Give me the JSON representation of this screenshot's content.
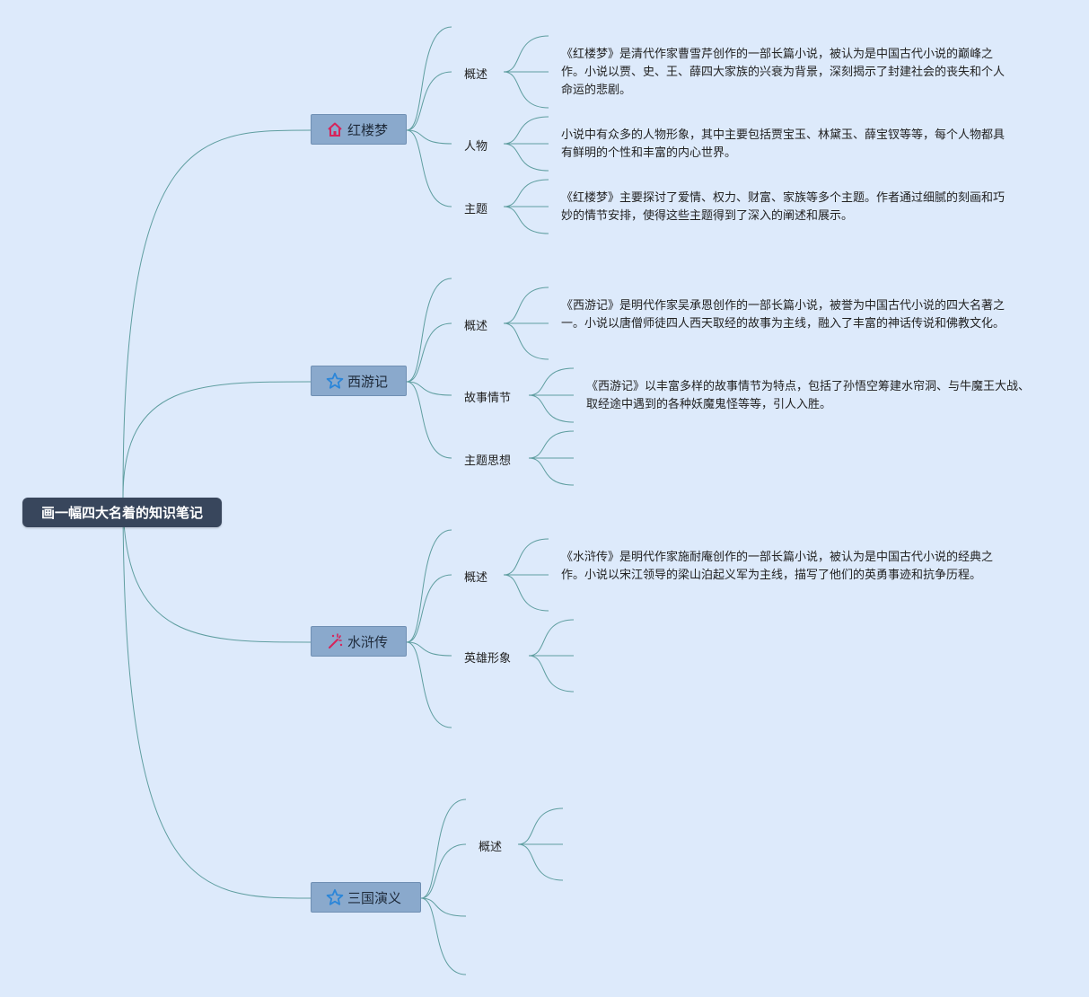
{
  "root": {
    "label": "画一幅四大名着的知识笔记"
  },
  "colors": {
    "edge": "#5f9ea0",
    "background": "#ddeafb",
    "root_fill": "#38465c",
    "branch_fill": "#8aa9cc"
  },
  "branches": [
    {
      "label": "红楼梦",
      "icon": "house-icon",
      "children": [
        {
          "label": "概述",
          "note": "《红楼梦》是清代作家曹雪芹创作的一部长篇小说，被认为是中国古代小说的巅峰之作。小说以贾、史、王、薛四大家族的兴衰为背景，深刻揭示了封建社会的丧失和个人命运的悲剧。"
        },
        {
          "label": "人物",
          "note": "小说中有众多的人物形象，其中主要包括贾宝玉、林黛玉、薛宝钗等等，每个人物都具有鲜明的个性和丰富的内心世界。"
        },
        {
          "label": "主题",
          "note": "《红楼梦》主要探讨了爱情、权力、财富、家族等多个主题。作者通过细腻的刻画和巧妙的情节安排，使得这些主题得到了深入的阐述和展示。"
        }
      ]
    },
    {
      "label": "西游记",
      "icon": "star-icon",
      "children": [
        {
          "label": "概述",
          "note": "《西游记》是明代作家吴承恩创作的一部长篇小说，被誉为中国古代小说的四大名著之一。小说以唐僧师徒四人西天取经的故事为主线，融入了丰富的神话传说和佛教文化。"
        },
        {
          "label": "故事情节",
          "note": "《西游记》以丰富多样的故事情节为特点，包括了孙悟空筹建水帘洞、与牛魔王大战、取经途中遇到的各种妖魔鬼怪等等，引人入胜。"
        },
        {
          "label": "主题思想",
          "note": ""
        }
      ]
    },
    {
      "label": "水浒传",
      "icon": "magic-wand-icon",
      "children": [
        {
          "label": "概述",
          "note": "《水浒传》是明代作家施耐庵创作的一部长篇小说，被认为是中国古代小说的经典之作。小说以宋江领导的梁山泊起义军为主线，描写了他们的英勇事迹和抗争历程。"
        },
        {
          "label": "英雄形象",
          "note": ""
        }
      ]
    },
    {
      "label": "三国演义",
      "icon": "star-icon",
      "children": [
        {
          "label": "概述",
          "note": ""
        }
      ]
    }
  ]
}
